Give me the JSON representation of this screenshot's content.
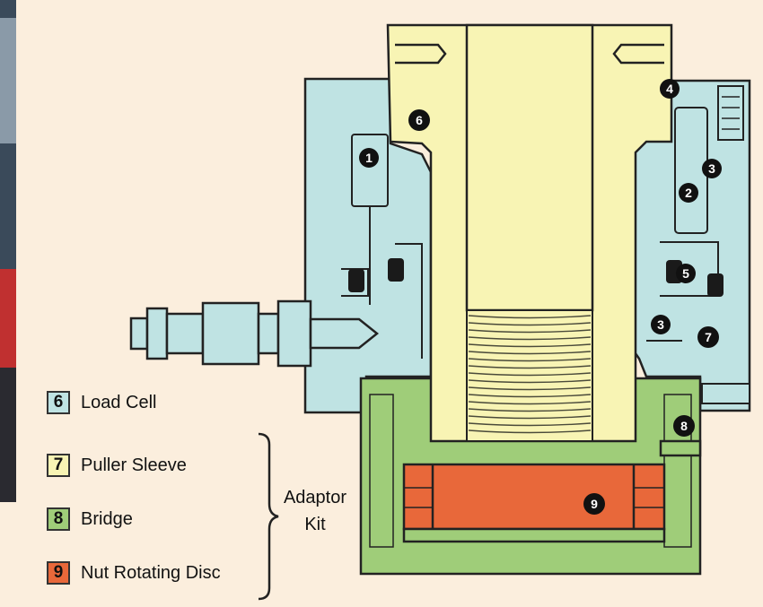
{
  "legend": [
    {
      "number": "6",
      "label": "Load Cell",
      "color": "#bfe3e3"
    },
    {
      "number": "7",
      "label": "Puller Sleeve",
      "color": "#f8f4b4"
    },
    {
      "number": "8",
      "label": "Bridge",
      "color": "#9fcd79"
    },
    {
      "number": "9",
      "label": "Nut Rotating Disc",
      "color": "#e8683a"
    }
  ],
  "adaptor_kit": {
    "line1": "Adaptor",
    "line2": "Kit"
  },
  "callouts": [
    "1",
    "2",
    "3",
    "3",
    "4",
    "5",
    "6",
    "7",
    "8",
    "9"
  ],
  "colors": {
    "load_cell": "#bfe3e3",
    "puller_sleeve": "#f8f4b4",
    "bridge": "#9fcd79",
    "nut_disc": "#e8683a",
    "background": "#fbeedd"
  }
}
